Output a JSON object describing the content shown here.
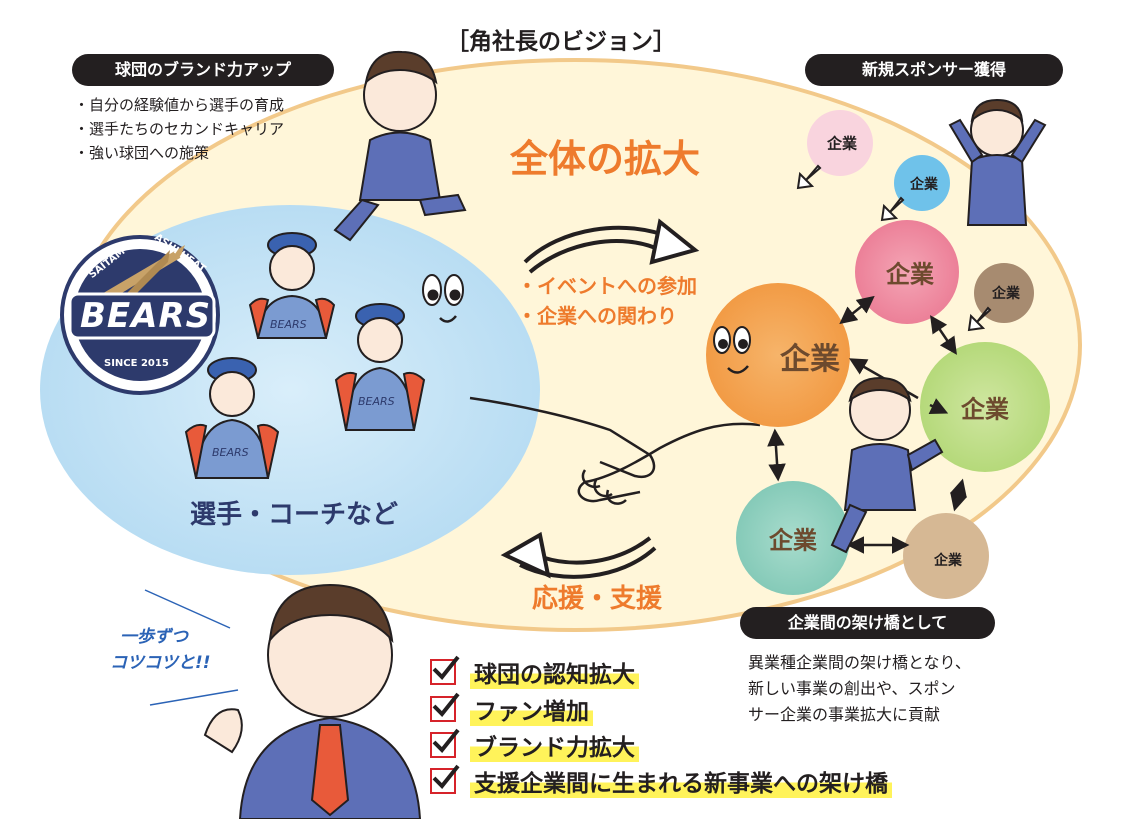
{
  "title": "［角社長のビジョン］",
  "center_title": "全体の拡大",
  "brand": {
    "pill": "球団のブランド力アップ",
    "bullets": [
      "・自分の経験値から選手の育成",
      "・選手たちのセカンドキャリア",
      "・強い球団への施策"
    ]
  },
  "sponsor_pill": "新規スポンサー獲得",
  "logo": {
    "top_left": "SAITAM",
    "top_right": "ASHI HEAT",
    "name": "BEARS",
    "since": "SINCE 2015"
  },
  "players_label": "選手・コーチなど",
  "jersey_text": "BEARS",
  "flow_right_items": [
    "・イベントへの参加",
    "・企業への関わり"
  ],
  "flow_left_label": "応援・支援",
  "company_label": "企業",
  "bridge": {
    "pill": "企業間の架け橋として",
    "lines": [
      "異業種企業間の架け橋となり、",
      "新しい事業の創出や、スポン",
      "サー企業の事業拡大に貢献"
    ]
  },
  "handwritten": [
    "一歩ずつ",
    "コツコツと!!"
  ],
  "checklist": [
    "球団の認知拡大",
    "ファン増加",
    "ブランド力拡大",
    "支援企業間に生まれる新事業への架け橋"
  ],
  "colors": {
    "orange": "#ee7b2d",
    "navy": "#2d3a6c",
    "sky": "#bfe1f5",
    "cream": "#fff6d9",
    "red_check": "#d6232a",
    "highlight": "#fff35a"
  }
}
